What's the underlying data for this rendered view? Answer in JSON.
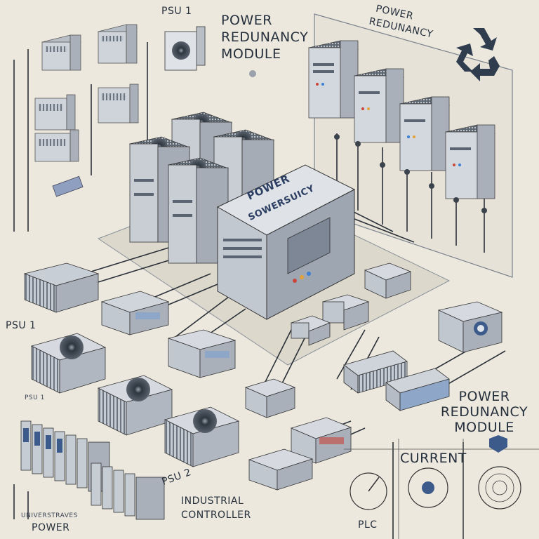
{
  "labels": {
    "psu1_top": "PSU 1",
    "title_module": [
      "POWER",
      "REDUNANCY",
      "MODULE"
    ],
    "title_right": [
      "POWER",
      "REDUNANCY"
    ],
    "center_box": [
      "POWER",
      "SOWERSUICY"
    ],
    "psu1_left": "PSU 1",
    "psu_side": "PSU 1",
    "psu2": "PSU 2",
    "module_right": [
      "POWER",
      "REDUNANCY",
      "MODULE"
    ],
    "current": "CURRENT",
    "plc": "PLC",
    "industrial": [
      "INDUSTRIAL",
      "CONTROLLER"
    ],
    "power_bottom": "POWER",
    "small_caption": "UNIVERSTRAVES"
  },
  "colors": {
    "background": "#ece8de",
    "unit_face": "#cfd4db",
    "unit_side": "#a9b0ba",
    "accent_blue": "#3c5a8a",
    "recycle": "#2f3d4f"
  },
  "icons": [
    "recycle-icon",
    "fan-grille-icon",
    "gauge-icon",
    "shield-icon"
  ]
}
